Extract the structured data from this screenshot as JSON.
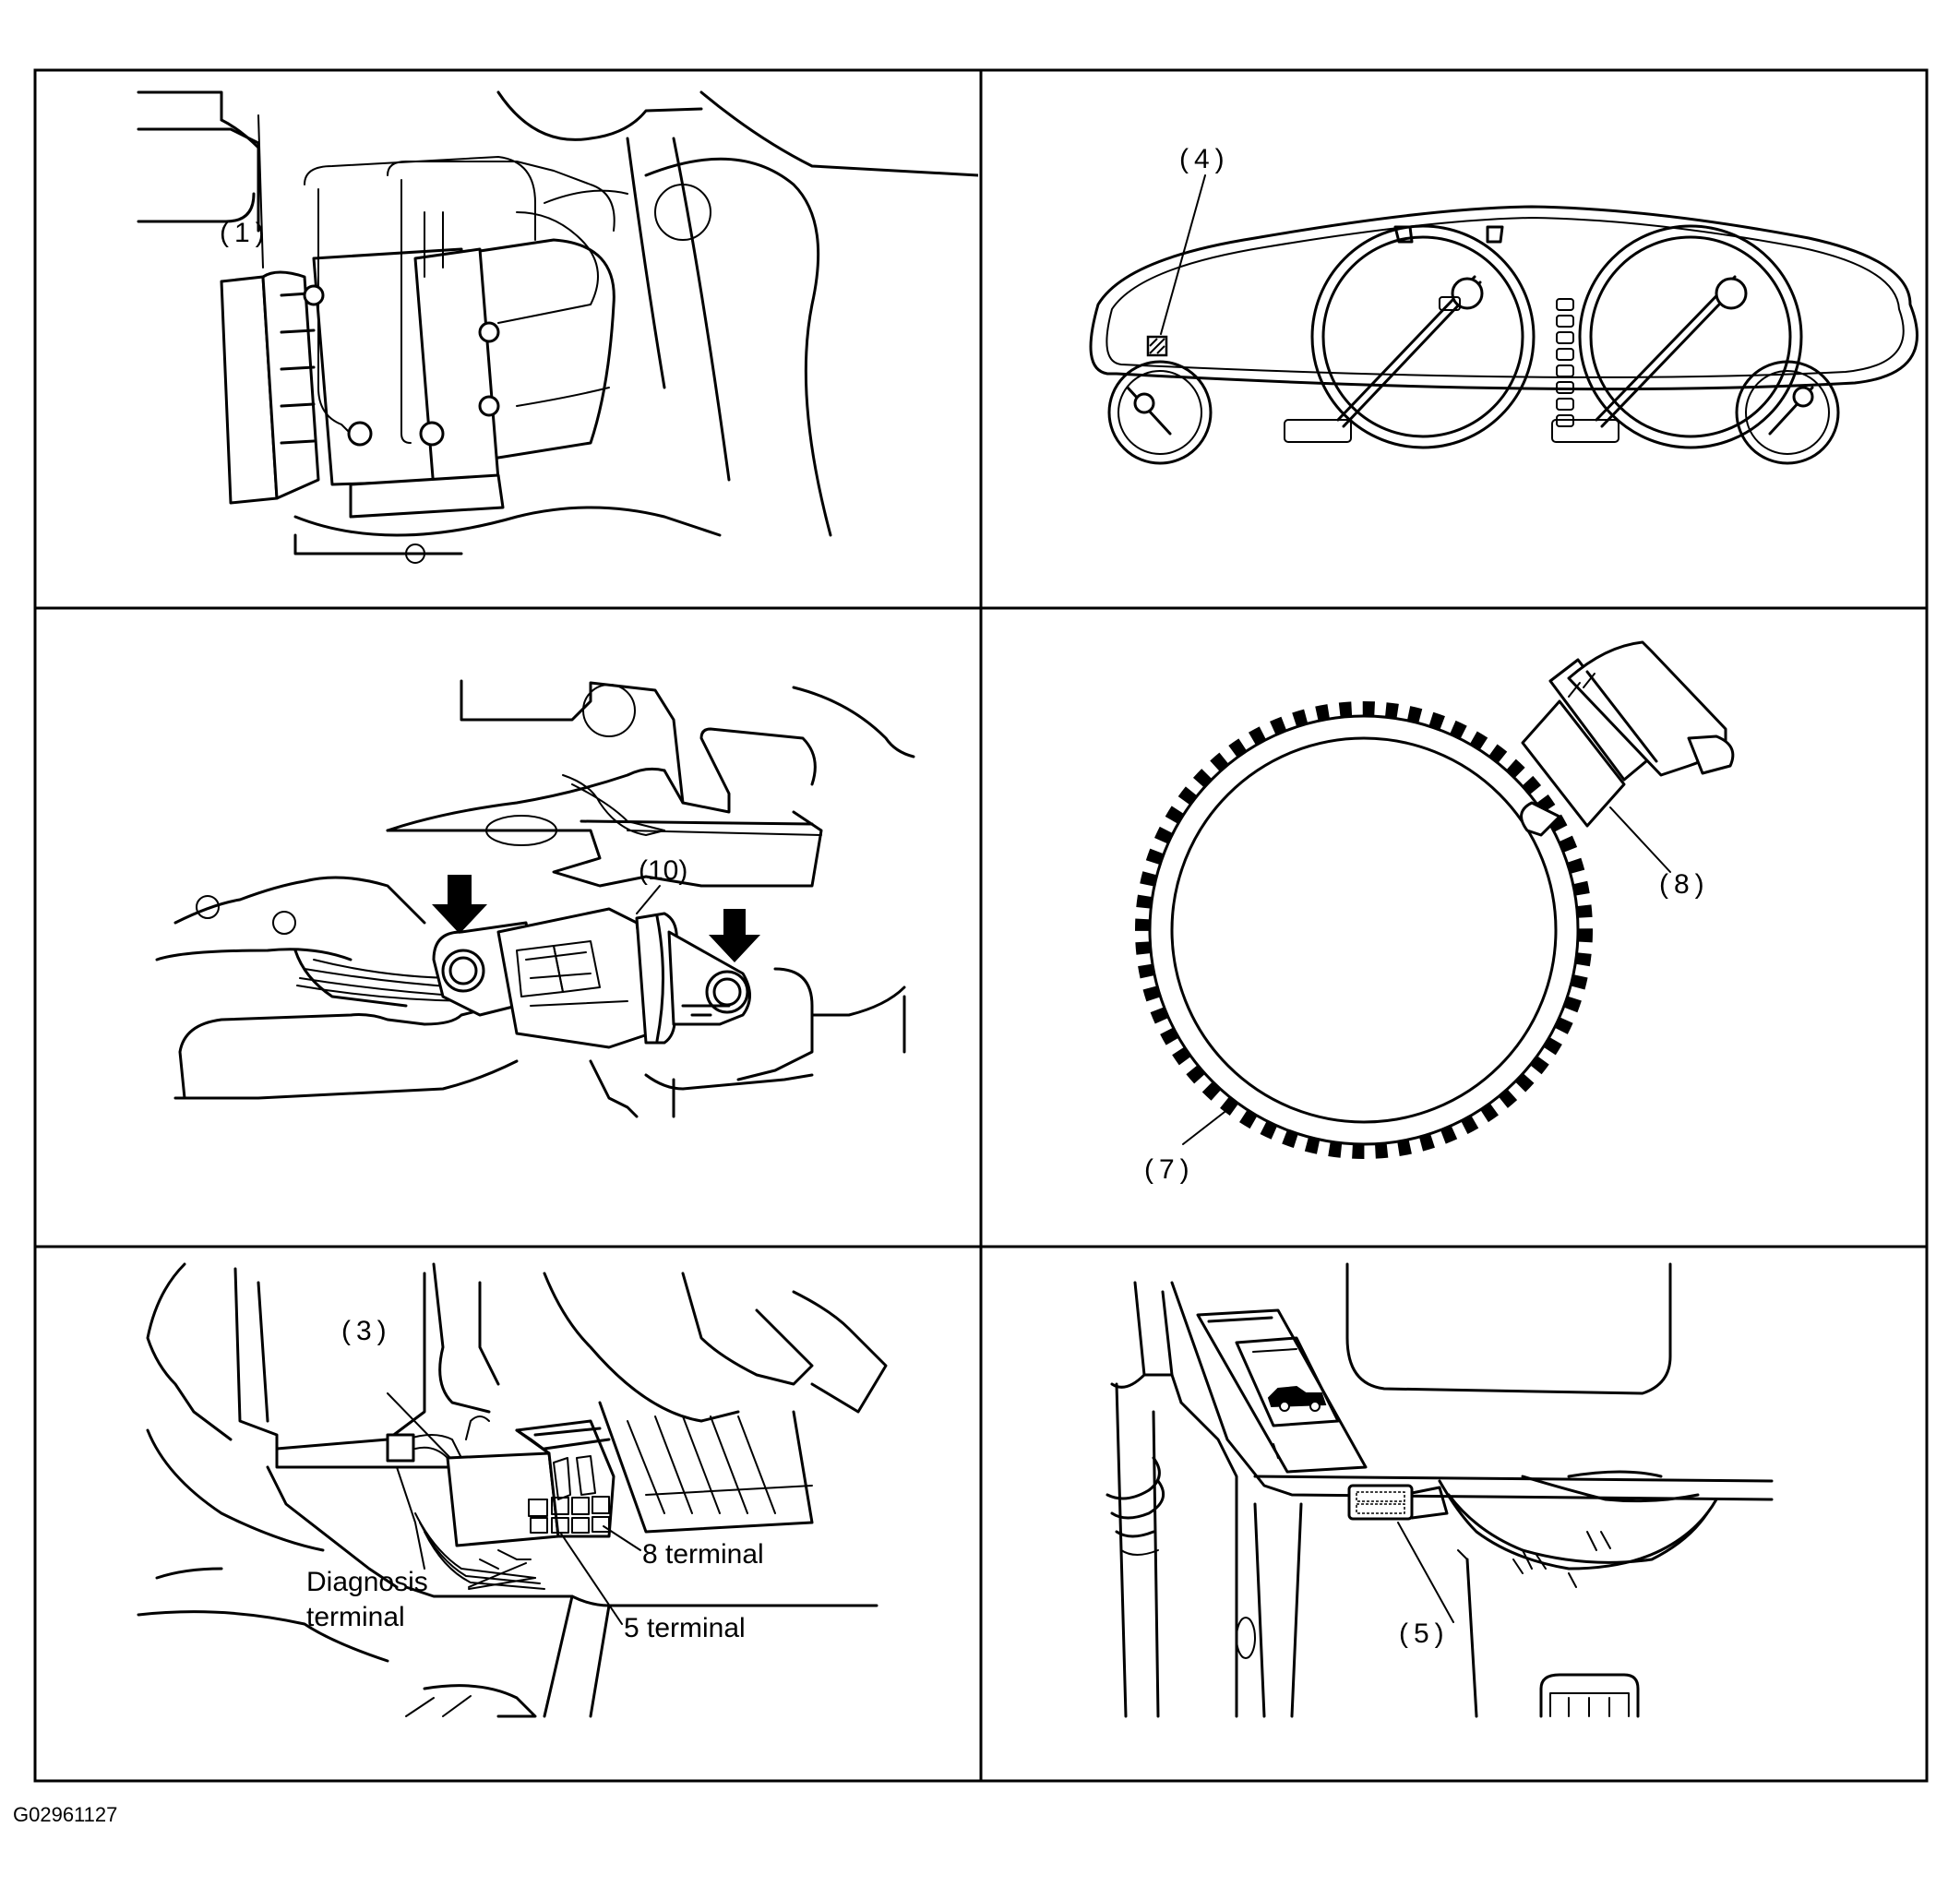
{
  "figure_id": "G02961127",
  "panels": [
    {
      "id": "abs-hydraulic-unit",
      "callouts": [
        "(1)"
      ]
    },
    {
      "id": "combination-meter",
      "callouts": [
        "(4)"
      ]
    },
    {
      "id": "g-sensor",
      "callouts": [
        "(10)"
      ]
    },
    {
      "id": "wheel-speed-sensor",
      "callouts": [
        "(8)",
        "(7)"
      ]
    },
    {
      "id": "diagnosis-connector",
      "callouts": [
        "(3)"
      ],
      "labels": {
        "diagnosis_terminal_1": "Diagnosis",
        "diagnosis_terminal_2": "terminal",
        "terminal_8": "8 terminal",
        "terminal_5": "5 terminal"
      }
    },
    {
      "id": "data-link-connector",
      "callouts": [
        "(5)"
      ]
    }
  ]
}
